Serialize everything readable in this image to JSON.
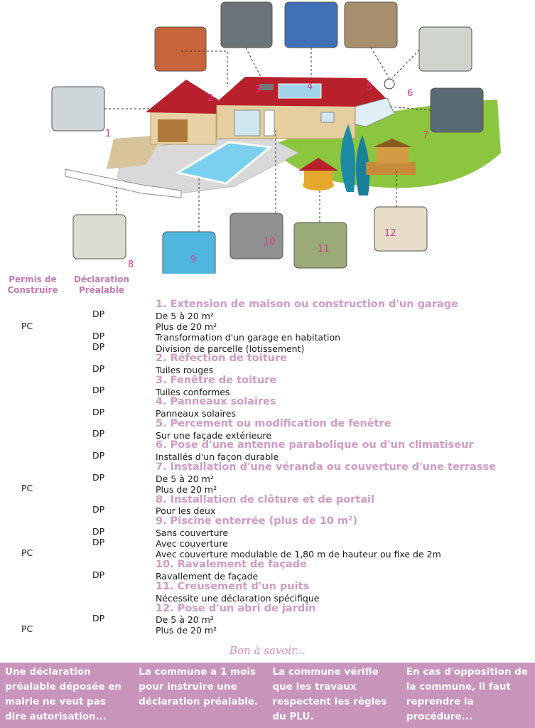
{
  "callouts": [
    "1",
    "2",
    "3",
    "4",
    "5",
    "6",
    "7",
    "8",
    "9",
    "10",
    "11",
    "12"
  ],
  "headers": {
    "permis": [
      "Permis de",
      "Construire"
    ],
    "declaration": [
      "Déclaration",
      "Préalable"
    ]
  },
  "sections": [
    {
      "title": "1. Extension de maison ou construction d'un garage"
    },
    {
      "title": "2. Réfection de toiture"
    },
    {
      "title": "3. Fenêtre de toiture"
    },
    {
      "title": "4. Panneaux solaires"
    },
    {
      "title": "5. Percement ou modification de fenêtre"
    },
    {
      "title": "6. Pose d'une antenne parabolique ou d'un climatiseur"
    },
    {
      "title": "7. Installation d'une véranda ou couverture d'une terrasse"
    },
    {
      "title": "8. Installation de clôture et de portail"
    },
    {
      "title": "9. Piscine enterrée (plus de 10 m²)"
    },
    {
      "title": "10. Ravalement de façade"
    },
    {
      "title": "11. Creusement d'un puits"
    },
    {
      "title": "12. Pose d'un abri de jardin"
    }
  ],
  "items": [
    "De 5 à 20 m²",
    "Plus de 20 m²",
    "Transformation d'un garage en habitation",
    "Division de parcelle (lotissement)",
    "Tuiles rouges",
    "Tuiles conformes",
    "Panneaux solaires",
    "Sur une façade extérieure",
    "Installés d'un façon durable",
    "De 5 à 20 m²",
    "Plus de 20 m²",
    "Pour les deux",
    "Sans couverture",
    "Avec couverture",
    "Avec couverture modulable de 1,80 m de hauteur ou fixe de 2m",
    "Ravallement de façade",
    "Nécessite une déclaration spécifique",
    "De 5 à 20 m²",
    "Plus de 20 m²"
  ],
  "marks": {
    "dp": "DP",
    "pc": "PC"
  },
  "bon_savoir": "Bon à savoir...",
  "tips": [
    "Une déclaration préalable déposée en mairie ne veut pas dire autorisation...",
    "La commune a 1 mois pour instruire une déclaration préalable.",
    "La commune vérifie que les travaux respectent les règles du PLU.",
    "En cas d'opposition de la commune, il faut reprendre la procédure..."
  ],
  "colors": {
    "accent": "#d19ac4",
    "callout": "#e0348c",
    "tips_bg": "#c894bc",
    "roof": "#b8212b"
  }
}
